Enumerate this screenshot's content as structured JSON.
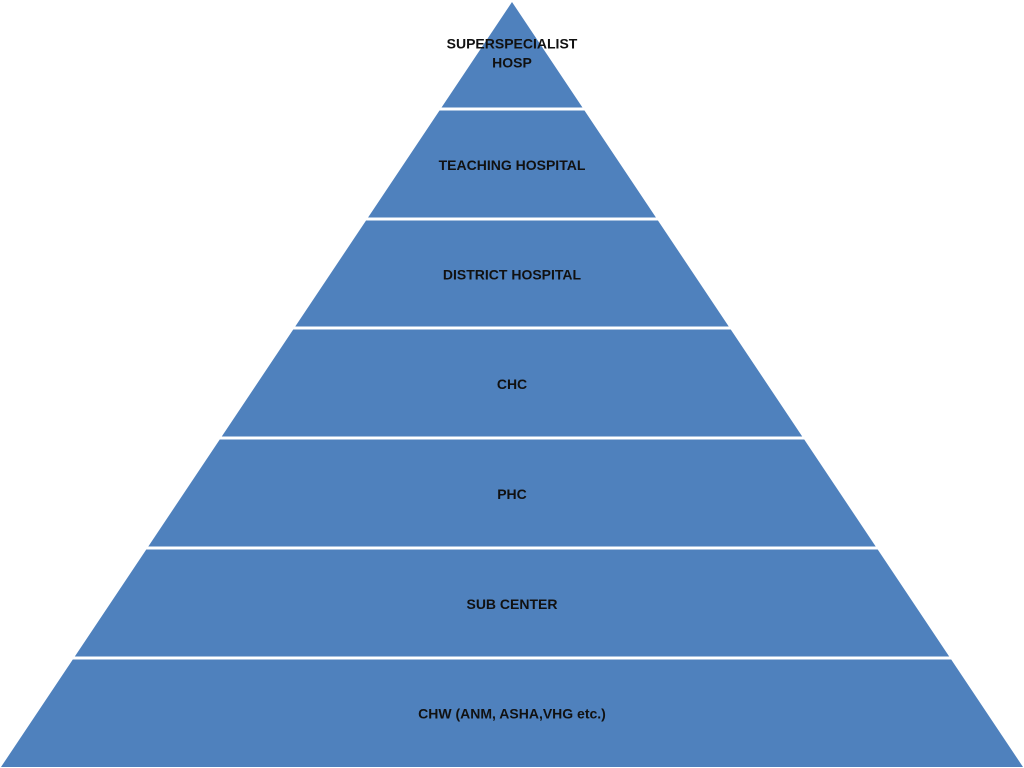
{
  "diagram": {
    "type": "pyramid",
    "fill_color": "#4F81BD",
    "divider_color": "#FFFFFF",
    "tiers": [
      {
        "lines": [
          "SUPERSPECIALIST",
          "HOSP"
        ]
      },
      {
        "lines": [
          "TEACHING HOSPITAL"
        ]
      },
      {
        "lines": [
          "DISTRICT HOSPITAL"
        ]
      },
      {
        "lines": [
          "CHC"
        ]
      },
      {
        "lines": [
          "PHC"
        ]
      },
      {
        "lines": [
          "SUB CENTER"
        ]
      },
      {
        "lines": [
          "CHW (ANM, ASHA,VHG etc.)"
        ]
      }
    ]
  }
}
